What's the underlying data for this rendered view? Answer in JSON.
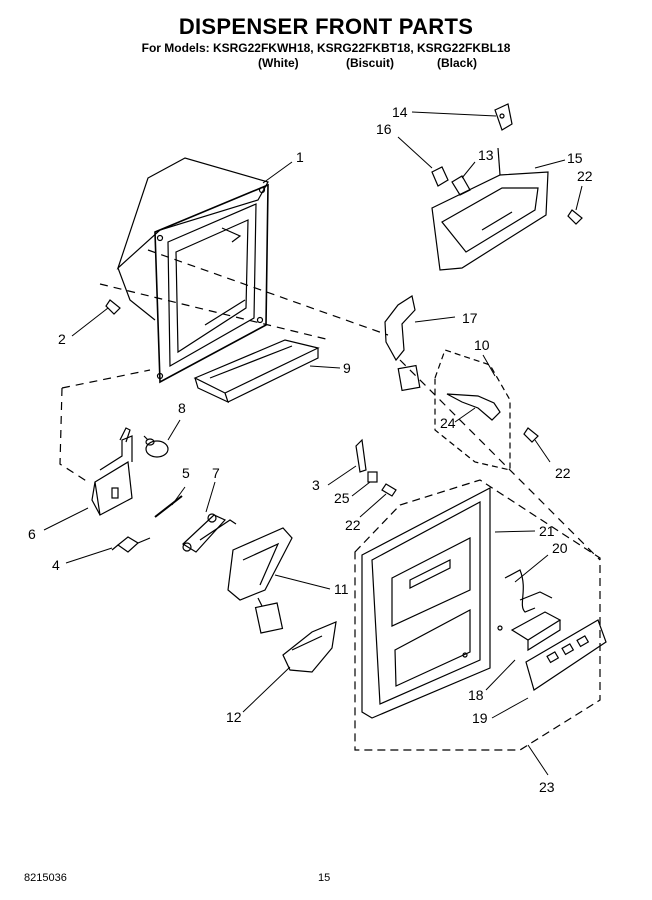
{
  "header": {
    "title": "DISPENSER FRONT PARTS",
    "models_line": "For Models: KSRG22FKWH18, KSRG22FKBT18, KSRG22FKBL18",
    "variants": [
      "(White)",
      "(Biscuit)",
      "(Black)"
    ]
  },
  "callouts": [
    "1",
    "2",
    "3",
    "4",
    "5",
    "6",
    "7",
    "8",
    "9",
    "10",
    "11",
    "12",
    "13",
    "14",
    "15",
    "16",
    "17",
    "18",
    "19",
    "20",
    "21",
    "22",
    "22",
    "22",
    "23",
    "24",
    "25"
  ],
  "footer": {
    "doc_number": "8215036",
    "page_number": "15"
  }
}
